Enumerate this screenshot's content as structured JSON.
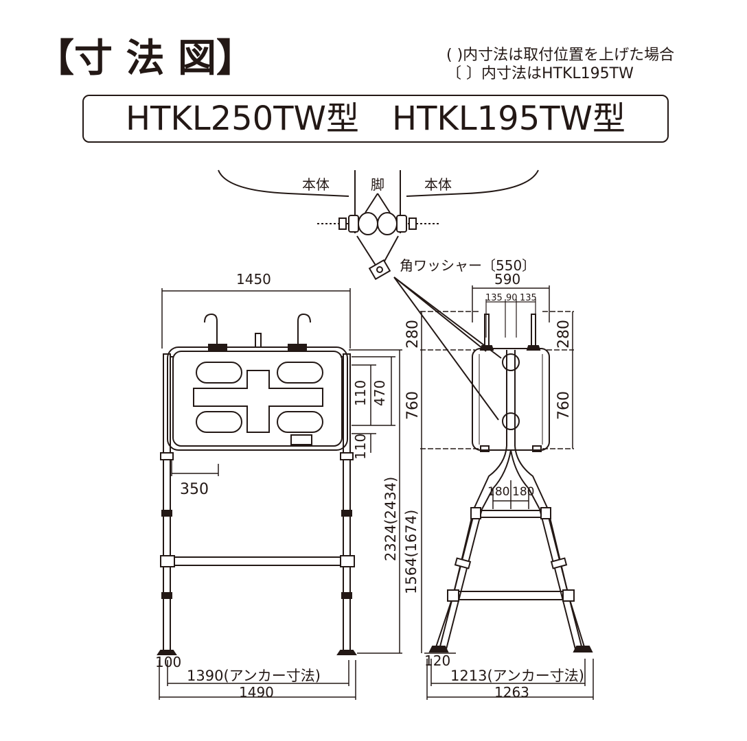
{
  "header": {
    "title": "【寸 法 図】",
    "note_paren": "(  )内寸法は取付位置を上げた場合",
    "note_bracket": "〔  〕内寸法はHTKL195TW",
    "models": "HTKL250TW型　HTKL195TW型"
  },
  "detail": {
    "body_left": "本体",
    "leg": "脚",
    "body_right": "本体",
    "washer": "角ワッシャー〔550〕"
  },
  "front": {
    "width_top": "1450",
    "dim_110_upper": "110",
    "dim_470": "470",
    "dim_110_lower": "110",
    "dim_350": "350",
    "height_total": "2324(2434)",
    "dim_100": "100",
    "anchor": "1390(アンカー寸法)",
    "width_bottom": "1490"
  },
  "side": {
    "width_top": "590",
    "dim_135_left": "135",
    "dim_90": "90",
    "dim_135_right": "135",
    "dim_280_left": "280",
    "dim_280_right": "280",
    "dim_760_left": "760",
    "dim_760_right": "760",
    "dim_180_left": "180",
    "dim_180_right": "180",
    "height_lower": "1564(1674)",
    "dim_120": "120",
    "anchor": "1213(アンカー寸法)",
    "width_bottom": "1263"
  }
}
